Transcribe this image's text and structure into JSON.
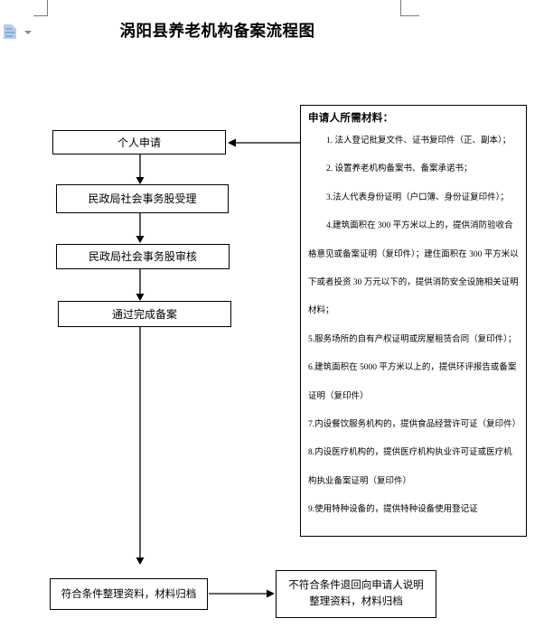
{
  "doc": {
    "title": "涡阳县养老机构备案流程图"
  },
  "flowchart": {
    "boxes": [
      {
        "id": "apply",
        "label": "个人申请"
      },
      {
        "id": "accept",
        "label": "民政局社会事务股受理"
      },
      {
        "id": "review",
        "label": "民政局社会事务股审核"
      },
      {
        "id": "complete",
        "label": "通过完成备案"
      },
      {
        "id": "archive",
        "label": "符合条件整理资料，材料归档"
      },
      {
        "id": "return",
        "label": "不符合条件退回向申请人说明\n整理资料，材料归档"
      }
    ],
    "connectors": [
      "apply→accept",
      "accept→review",
      "review→complete",
      "complete→archive",
      "materials→apply",
      "archive→return"
    ]
  },
  "materials": {
    "heading": "申请人所需材料：",
    "items": [
      "1. 法人登记批复文件、证书复印件（正、副本）；",
      "2. 设置养老机构备案书、备案承诺书；",
      "3.法人代表身份证明（户口簿、身份证复印件）；",
      "4.建筑面积在 300 平方米以上的，提供消防验收合格意见或备案证明（复印件）；建住面积在 300 平方米以下或者投资 30 万元以下的，提供消防安全设施相关证明材料；",
      "5.服务场所的自有产权证明或房屋租赁合同（复印件）；",
      "6.建筑面积在 5000 平方米以上的，提供环评报告或备案证明（复印件）",
      "7.内设餐饮服务机构的，提供食品经营许可证（复印件）",
      "8.内设医疗机构的，提供医疗机构执业许可证或医疗机构执业备案证明（复印件）",
      "9.使用特种设备的，提供特种设备使用登记证"
    ]
  },
  "icons": {
    "paste_options": "clipboard-paste-icon",
    "dropdown": "dropdown-arrow-icon"
  },
  "colors": {
    "line": "#000000",
    "crop_mark": "#7a7a7a",
    "icon_blue": "#b7cce8",
    "icon_stripe": "#86abd8"
  }
}
